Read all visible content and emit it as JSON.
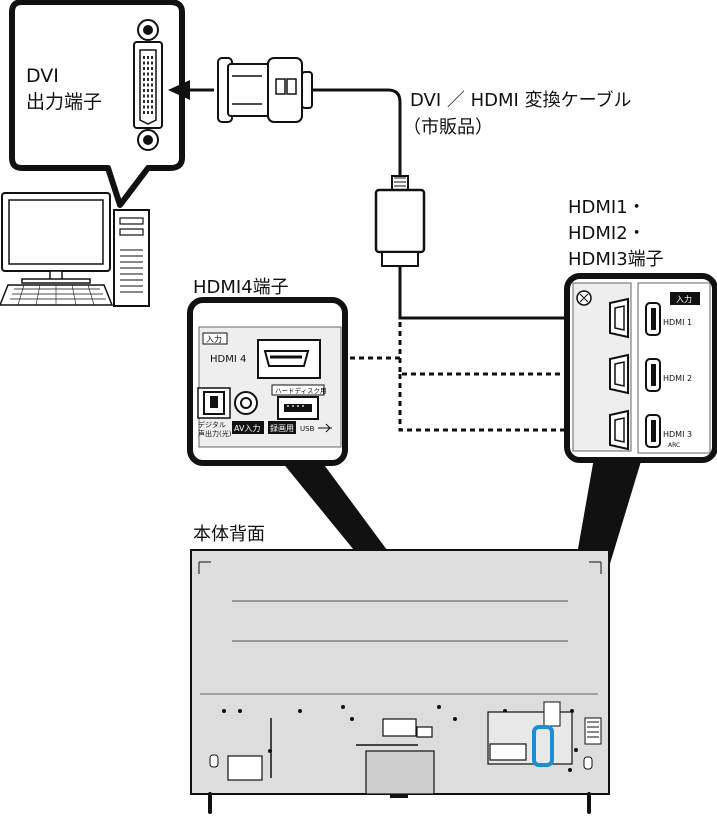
{
  "labels": {
    "dvi_output_line1": "DVI",
    "dvi_output_line2": "出力端子",
    "cable_line1": "DVI ／ HDMI 変換ケーブル",
    "cable_line2": "（市販品）",
    "hdmi123_line1": "HDMI1・",
    "hdmi123_line2": "HDMI2・",
    "hdmi123_line3": "HDMI3端子",
    "hdmi4_terminal": "HDMI4端子",
    "tv_back": "本体背面"
  },
  "hdmi4_panel": {
    "input_tag": "入力",
    "port_name": "HDMI 4",
    "hdd_tag": "ハードディスク用",
    "digital_audio_line1": "デジタル",
    "digital_audio_line2": "声出力(光)",
    "av_input": "AV入力",
    "rec": "録画用",
    "usb": "USB"
  },
  "hdmi123_panel": {
    "input_tag": "入力",
    "ports": [
      "HDMI 1",
      "HDMI 2",
      "HDMI 3"
    ],
    "arc": "ARC"
  },
  "colors": {
    "line": "#111111",
    "highlight": "#1a8fd6",
    "device_fill": "#dddddd"
  }
}
